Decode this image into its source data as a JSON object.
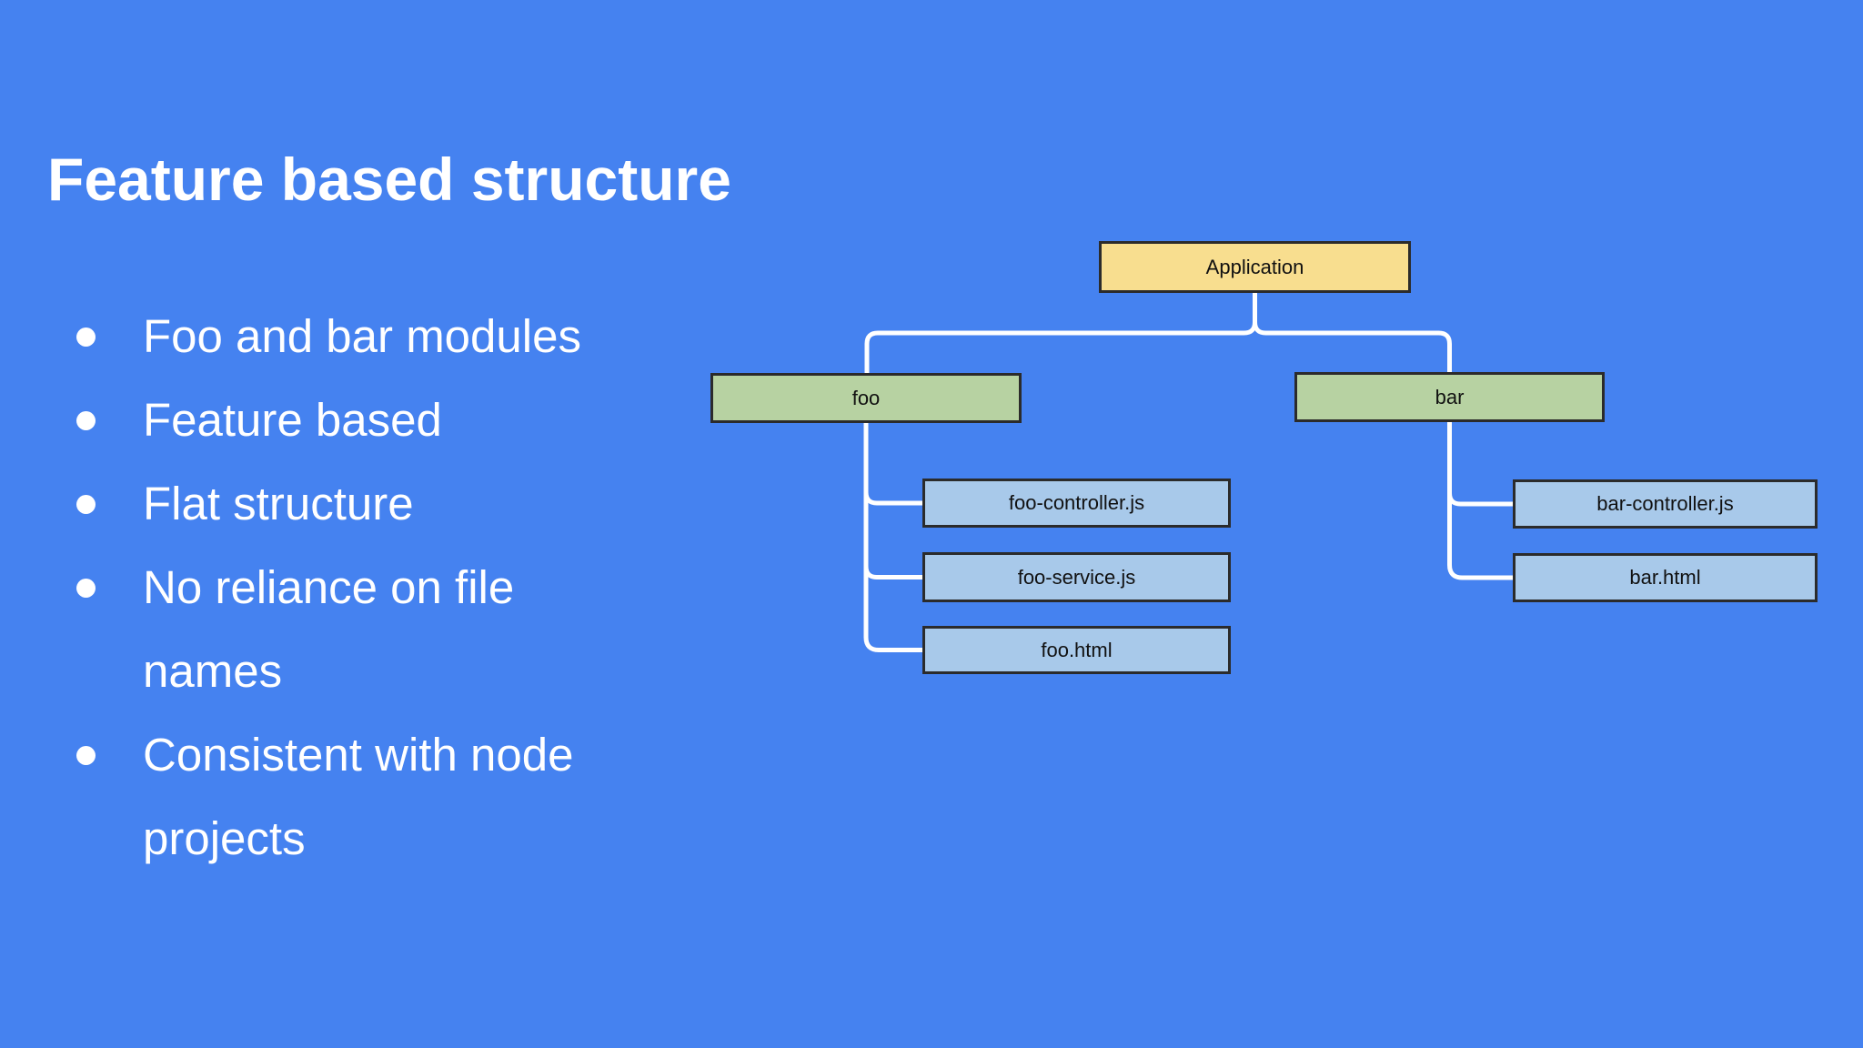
{
  "slide": {
    "title": "Feature based structure",
    "bullets": [
      "Foo and bar modules",
      "Feature based",
      "Flat structure",
      "No reliance on file names",
      "Consistent with node projects"
    ]
  },
  "diagram": {
    "nodes": {
      "application": {
        "label": "Application",
        "fill": "#F8DE8F"
      },
      "foo": {
        "label": "foo",
        "fill": "#B7D2A2"
      },
      "bar": {
        "label": "bar",
        "fill": "#B7D2A2"
      },
      "foo_controller": {
        "label": "foo-controller.js",
        "fill": "#A8C9EA"
      },
      "foo_service": {
        "label": "foo-service.js",
        "fill": "#A8C9EA"
      },
      "foo_html": {
        "label": "foo.html",
        "fill": "#A8C9EA"
      },
      "bar_controller": {
        "label": "bar-controller.js",
        "fill": "#A8C9EA"
      },
      "bar_html": {
        "label": "bar.html",
        "fill": "#A8C9EA"
      }
    },
    "edges": [
      {
        "from": "application",
        "to": "foo"
      },
      {
        "from": "application",
        "to": "bar"
      },
      {
        "from": "foo",
        "to": "foo_controller"
      },
      {
        "from": "foo",
        "to": "foo_service"
      },
      {
        "from": "foo",
        "to": "foo_html"
      },
      {
        "from": "bar",
        "to": "bar_controller"
      },
      {
        "from": "bar",
        "to": "bar_html"
      }
    ],
    "connector_color": "#FFFFFF",
    "node_border_color": "#2B2B2B",
    "node_text_color": "#111111"
  },
  "colors": {
    "background": "#4582F0",
    "title_text": "#FFFFFF",
    "bullet_text": "#FFFFFF"
  }
}
